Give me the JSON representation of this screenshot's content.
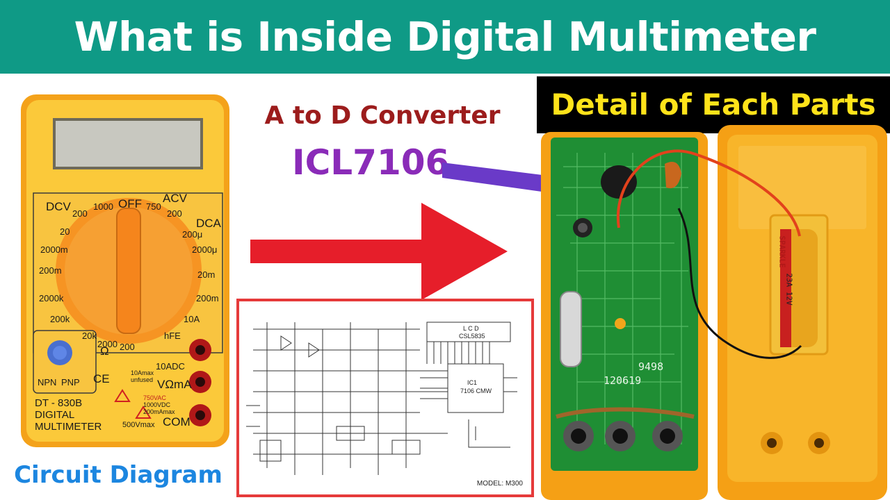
{
  "header": {
    "title": "What is Inside Digital Multimeter"
  },
  "labels": {
    "detail": "Detail of Each Parts",
    "converter": "A to D Converter",
    "chip": "ICL7106",
    "circuit": "Circuit Diagram"
  },
  "multimeter": {
    "dial": {
      "dcv": "DCV",
      "acv": "ACV",
      "off": "OFF",
      "dca": "DCA",
      "v1000": "1000",
      "v200a": "200",
      "v750": "750",
      "v200b": "200",
      "v20": "20",
      "v2000m": "2000m",
      "v200m": "200m",
      "v2000k": "2000k",
      "v200k": "200k",
      "v20k": "20k",
      "v2000": "2000",
      "v200c": "200",
      "ohm": "Ω",
      "u200": "200μ",
      "u2000": "2000μ",
      "m20": "20m",
      "m200": "200m",
      "a10": "10A",
      "hfe": "hFE"
    },
    "panel": {
      "npn": "NPN",
      "pnp": "PNP",
      "ce": "CE",
      "adc10": "10ADC",
      "unfused": "10Amax unfused",
      "vohm": "VΩmA",
      "limits1": "750VAC",
      "limits2": "1000VDC",
      "limits3": "200mAmax",
      "com": "COM",
      "max500": "500Vmax"
    },
    "model_line1": "DT - 830B",
    "model_line2": "DIGITAL",
    "model_line3": "MULTIMETER"
  },
  "schematic": {
    "lcd": "L C D",
    "lcd_part": "CSL5835",
    "ic": "IC1",
    "ic_part": "7106 CMW",
    "model": "MODEL:  M300"
  },
  "pcb": {
    "code1": "9498",
    "code2": "120619",
    "battery1": "23A  12V",
    "battery2": "SPARKLE"
  },
  "colors": {
    "title_bg": "#0f9a86",
    "detail_text": "#ffe31a",
    "converter_text": "#9c1c1c",
    "chip_text": "#8a2bb8",
    "circuit_text": "#1c86e0",
    "arrow_red": "#e61e2a",
    "arrow_purple": "#6a3ac8",
    "meter_body": "#f9c230"
  }
}
